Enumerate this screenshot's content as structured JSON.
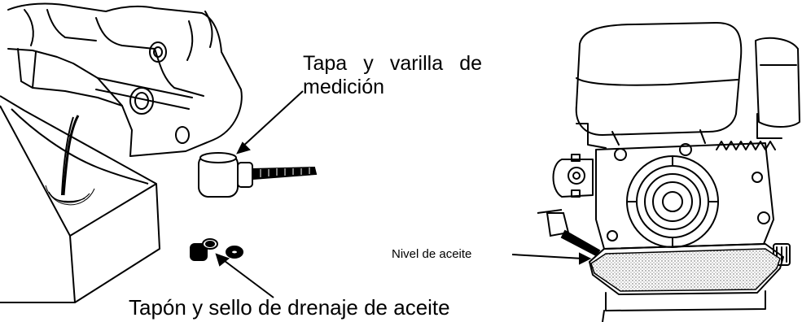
{
  "labels": {
    "cap_line1": "Tapa y varilla de",
    "cap_line2": "medición",
    "drain": "Tapón y sello de drenaje de aceite",
    "oil_level": "Nivel de aceite"
  },
  "colors": {
    "ink": "#000000",
    "background": "#ffffff",
    "oil_fill": "#d9d9d9"
  }
}
